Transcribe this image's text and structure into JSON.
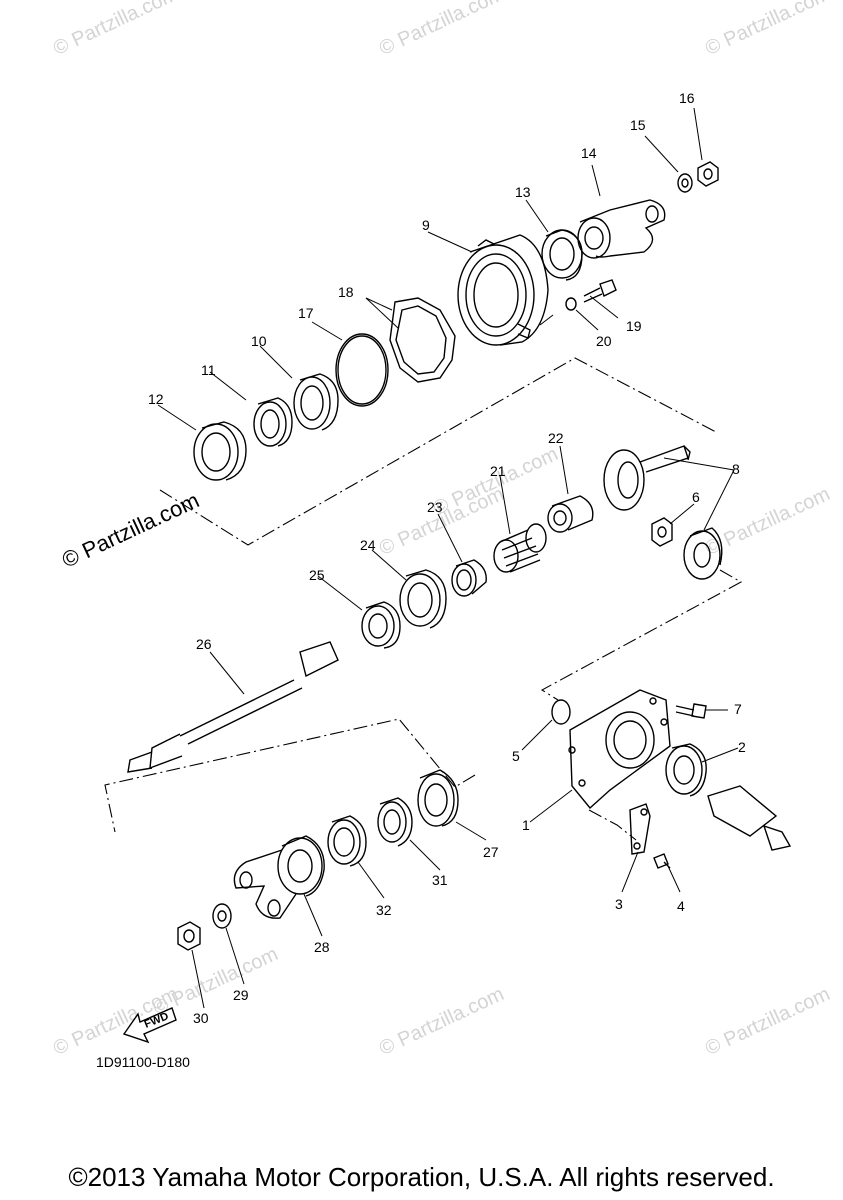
{
  "watermarks": [
    "© Partzilla.com",
    "© Partzilla.com",
    "© Partzilla.com",
    "© Partzilla.com",
    "© Partzilla.com",
    "© Partzilla.com",
    "© Partzilla.com",
    "© Partzilla.com",
    "© Partzilla.com",
    "© Partzilla.com"
  ],
  "main_watermark": "© Partzilla.com",
  "diagram_code": "1D91100-D180",
  "fwd_label": "FWD",
  "copyright": "©2013 Yamaha Motor Corporation, U.S.A. All rights reserved.",
  "callouts": [
    "1",
    "2",
    "3",
    "4",
    "5",
    "6",
    "7",
    "8",
    "9",
    "10",
    "11",
    "12",
    "13",
    "14",
    "15",
    "16",
    "17",
    "18",
    "19",
    "20",
    "21",
    "22",
    "23",
    "24",
    "25",
    "26",
    "27",
    "28",
    "29",
    "30",
    "31",
    "32"
  ]
}
